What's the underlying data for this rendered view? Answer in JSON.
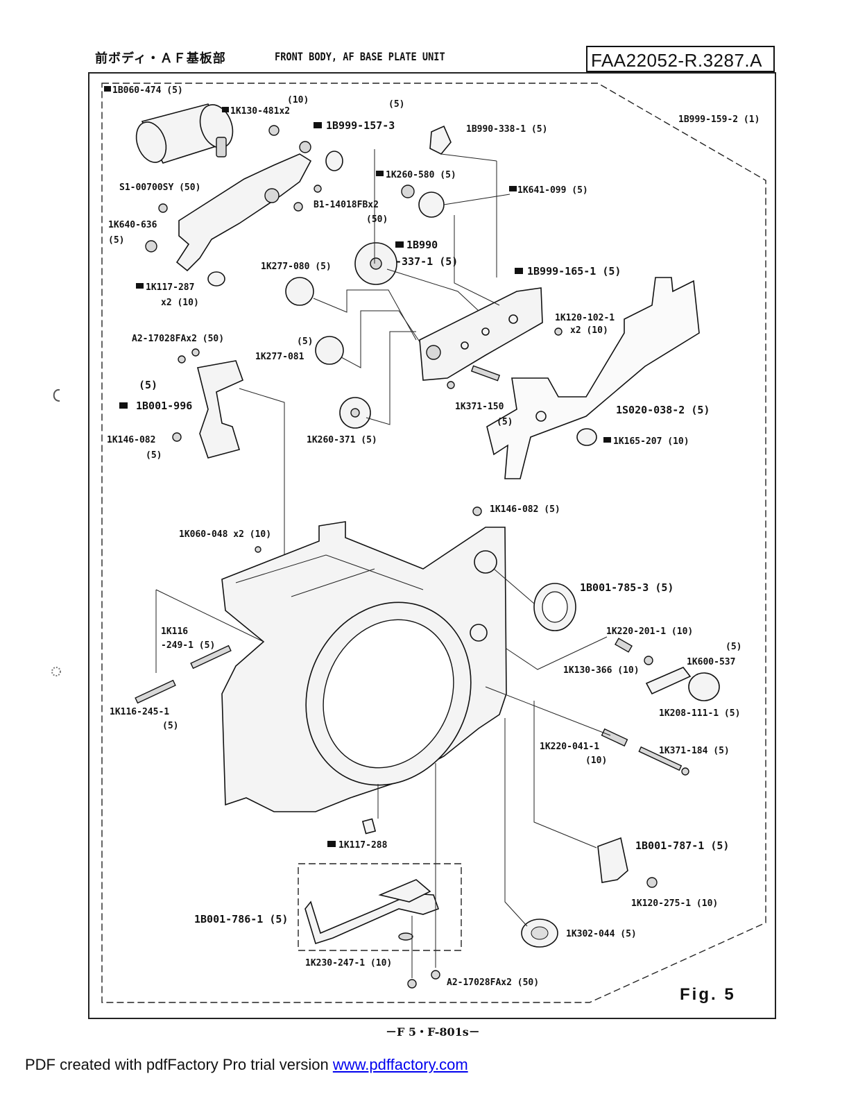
{
  "header": {
    "title_jp": "前ボディ・ＡＦ基板部",
    "title_en": "FRONT BODY, AF BASE PLATE UNIT",
    "doc_code": "FAA22052-R.3287.A"
  },
  "labels": {
    "l01": "1B060-474 (5)",
    "l02": "(10)",
    "l03": "1K130-481x2",
    "l04": "(5)",
    "l05": "1B999-157-3",
    "l06": "1B990-338-1 (5)",
    "l07": "1B999-159-2 (1)",
    "l08": "S1-00700SY (50)",
    "l09": "1K260-580 (5)",
    "l10": "1K641-099 (5)",
    "l11": "B1-14018FBx2",
    "l12": "(50)",
    "l13": "1K640-636",
    "l14": "(5)",
    "l15": "1B990",
    "l16": "-337-1 (5)",
    "l17": "1K277-080 (5)",
    "l18": "1B999-165-1 (5)",
    "l19": "1K117-287",
    "l20": "x2 (10)",
    "l21": "1K120-102-1",
    "l22": "x2 (10)",
    "l23": "A2-17028FAx2 (50)",
    "l24": "(5)",
    "l25": "1K277-081",
    "l26": "(5)",
    "l27": "1B001-996",
    "l28": "1K371-150",
    "l29": "(5)",
    "l30": "1S020-038-2 (5)",
    "l31": "1K146-082",
    "l32": "(5)",
    "l33": "1K260-371 (5)",
    "l34": "1K165-207 (10)",
    "l35": "1K146-082 (5)",
    "l36": "1K060-048 x2 (10)",
    "l37": "1B001-785-3 (5)",
    "l38": "1K116",
    "l39": "-249-1 (5)",
    "l40": "1K220-201-1 (10)",
    "l41": "(5)",
    "l42": "1K130-366 (10)",
    "l43": "1K600-537",
    "l44": "1K116-245-1",
    "l45": "(5)",
    "l46": "1K208-111-1 (5)",
    "l47": "1K220-041-1",
    "l48": "(10)",
    "l49": "1K371-184 (5)",
    "l50": "1K117-288",
    "l51": "1B001-787-1 (5)",
    "l52": "1K120-275-1 (10)",
    "l53": "1B001-786-1 (5)",
    "l54": "1K302-044 (5)",
    "l55": "1K230-247-1 (10)",
    "l56": "A2-17028FAx2 (50)"
  },
  "figure_label": "Fig. 5",
  "page_number": "－F 5・F-801s－",
  "footer": {
    "text": "PDF created with pdfFactory Pro trial version",
    "link": "www.pdffactory.com"
  }
}
